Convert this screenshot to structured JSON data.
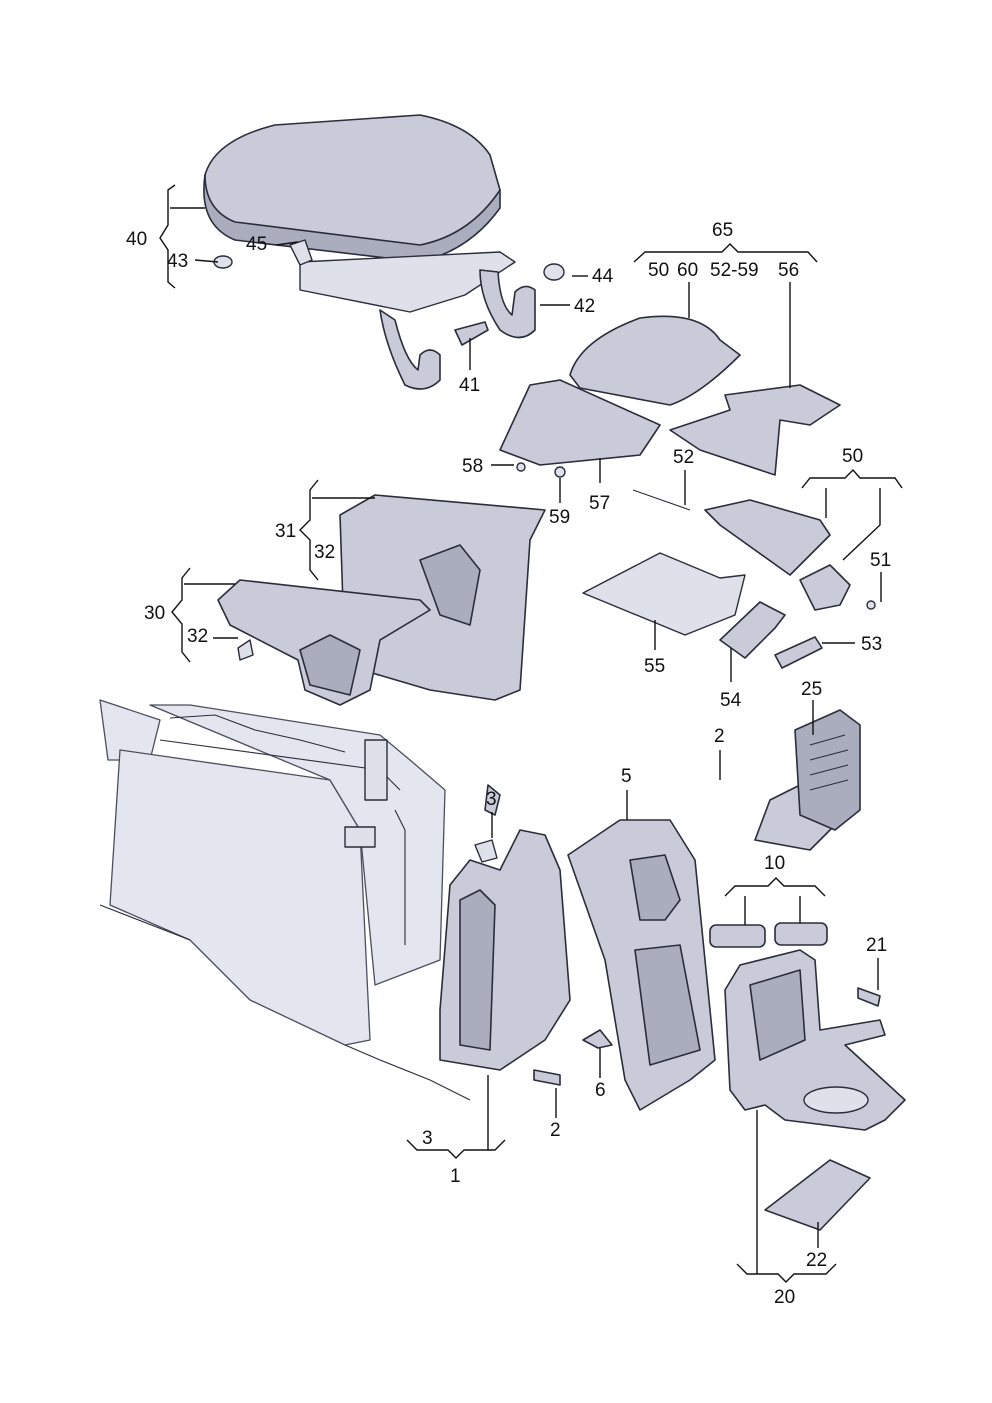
{
  "labels": {
    "p1": "1",
    "p2a": "2",
    "p2b": "2",
    "p3a": "3",
    "p3b": "3",
    "p5": "5",
    "p6": "6",
    "p10": "10",
    "p20": "20",
    "p21": "21",
    "p22": "22",
    "p25": "25",
    "p30": "30",
    "p31": "31",
    "p32a": "32",
    "p32b": "32",
    "p40": "40",
    "p41": "41",
    "p42": "42",
    "p43": "43",
    "p44": "44",
    "p45": "45",
    "p50a": "50",
    "p50b": "50",
    "p51": "51",
    "p52": "52",
    "p53": "53",
    "p54": "54",
    "p55": "55",
    "p56": "56",
    "p57": "57",
    "p58": "58",
    "p59": "59",
    "p60": "60",
    "p65": "65",
    "p5259": "52-59"
  }
}
